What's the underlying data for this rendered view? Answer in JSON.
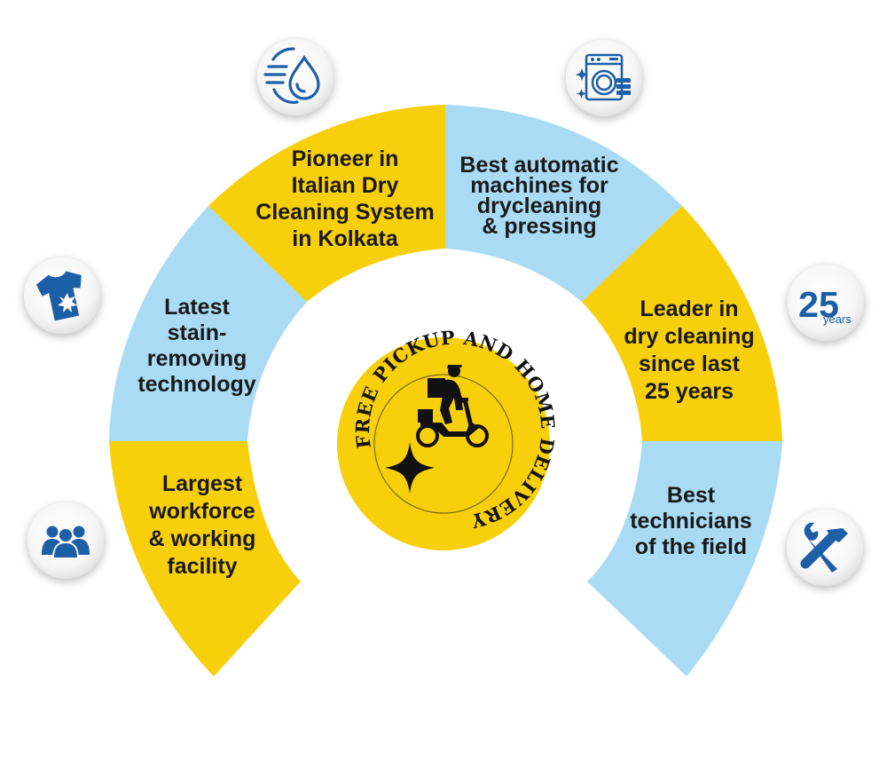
{
  "colors": {
    "yellow": "#f8cf0b",
    "blue": "#a9dcf4",
    "icon_blue": "#1d5fa6",
    "text": "#1a1a1a"
  },
  "segments": [
    {
      "id": "workforce",
      "lines": [
        "Largest",
        "workforce",
        "& working",
        "facility"
      ],
      "fill": "yellow",
      "icon": "team-icon"
    },
    {
      "id": "stain",
      "lines": [
        "Latest",
        "stain-",
        "removing",
        "technology"
      ],
      "fill": "blue",
      "icon": "stained-shirt-icon"
    },
    {
      "id": "pioneer",
      "lines": [
        "Pioneer in",
        "Italian Dry",
        "Cleaning System",
        "in Kolkata"
      ],
      "fill": "yellow",
      "icon": "water-drop-icon"
    },
    {
      "id": "machines",
      "lines": [
        "Best automatic",
        "machines for",
        "drycleaning",
        "& pressing"
      ],
      "fill": "blue",
      "icon": "washing-machine-icon"
    },
    {
      "id": "leader",
      "lines": [
        "Leader in",
        "dry cleaning",
        "since last",
        "25 years"
      ],
      "fill": "yellow",
      "icon": "twenty-five-years-icon"
    },
    {
      "id": "technicians",
      "lines": [
        "Best",
        "technicians",
        "of the field"
      ],
      "fill": "blue",
      "icon": "tools-icon"
    }
  ],
  "badge": {
    "text": "FREE PICKUP AND HOME DELIVERY",
    "icon": "delivery-scooter-icon"
  },
  "years_icon": {
    "number": "25",
    "unit": "years"
  }
}
